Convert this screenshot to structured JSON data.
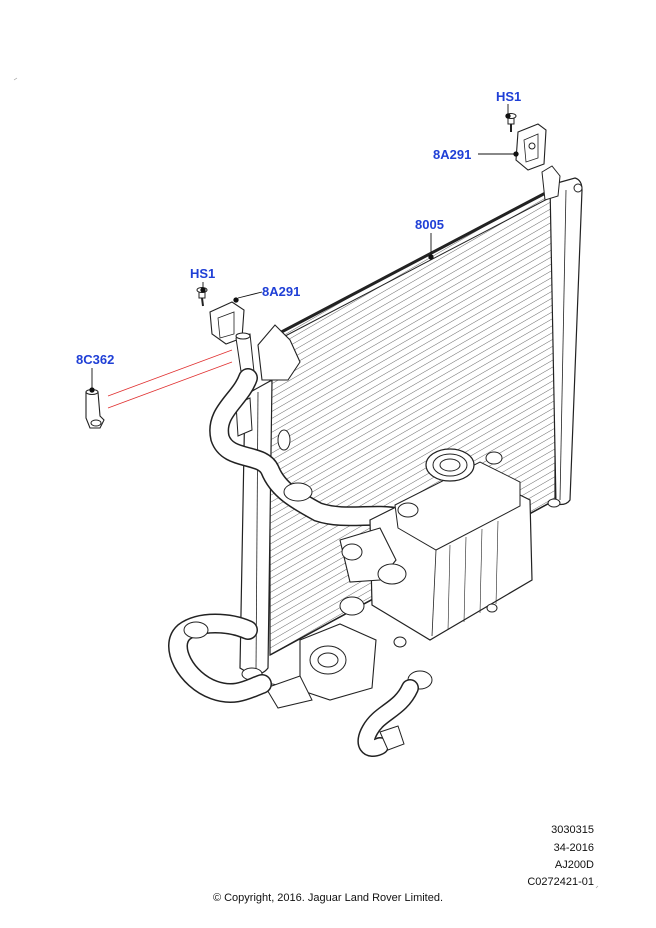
{
  "callouts": {
    "hs1_top": "HS1",
    "bracket_top": "8A291",
    "radiator": "8005",
    "hs1_left": "HS1",
    "bracket_left": "8A291",
    "hose": "8C362"
  },
  "reference": {
    "line1": "3030315",
    "line2": "34-2016",
    "line3": "AJ200D",
    "line4": "C0272421-01"
  },
  "copyright": "© Copyright, 2016. Jaguar Land Rover Limited.",
  "colors": {
    "callout": "#1f3fd6",
    "leader_red": "#e03030"
  }
}
